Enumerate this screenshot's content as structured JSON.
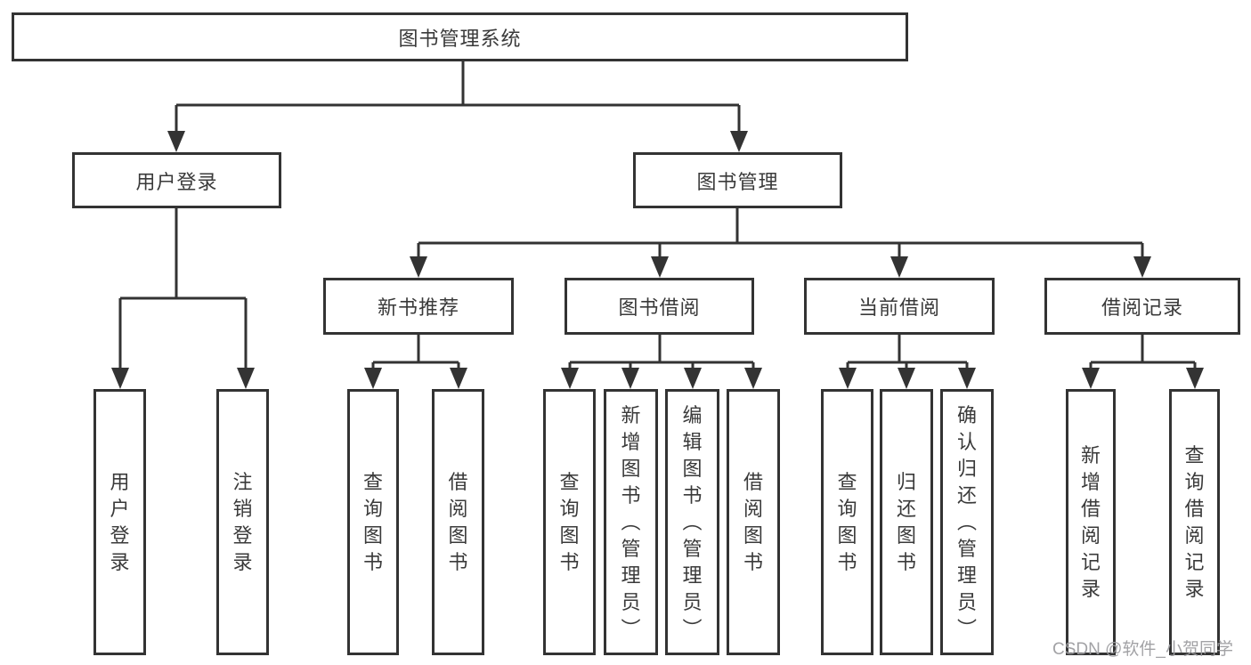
{
  "diagram": {
    "colors": {
      "line": "#333333",
      "box_border": "#333333",
      "text": "#3a3a3a",
      "watermark_text": "#9d9da0",
      "background": "#ffffff"
    },
    "tree": {
      "label": "图书管理系统",
      "children": [
        {
          "label": "用户登录",
          "children": [
            {
              "label": "用户登录"
            },
            {
              "label": "注销登录"
            }
          ]
        },
        {
          "label": "图书管理",
          "children": [
            {
              "label": "新书推荐",
              "children": [
                {
                  "label": "查询图书"
                },
                {
                  "label": "借阅图书"
                }
              ]
            },
            {
              "label": "图书借阅",
              "children": [
                {
                  "label": "查询图书"
                },
                {
                  "label": "新增图书（管理员）"
                },
                {
                  "label": "编辑图书（管理员）"
                },
                {
                  "label": "借阅图书"
                }
              ]
            },
            {
              "label": "当前借阅",
              "children": [
                {
                  "label": "查询图书"
                },
                {
                  "label": "归还图书"
                },
                {
                  "label": "确认归还（管理员）"
                }
              ]
            },
            {
              "label": "借阅记录",
              "children": [
                {
                  "label": "新增借阅记录"
                },
                {
                  "label": "查询借阅记录"
                }
              ]
            }
          ]
        }
      ]
    },
    "watermark": {
      "text": "CSDN @软件_小贺同学"
    }
  }
}
